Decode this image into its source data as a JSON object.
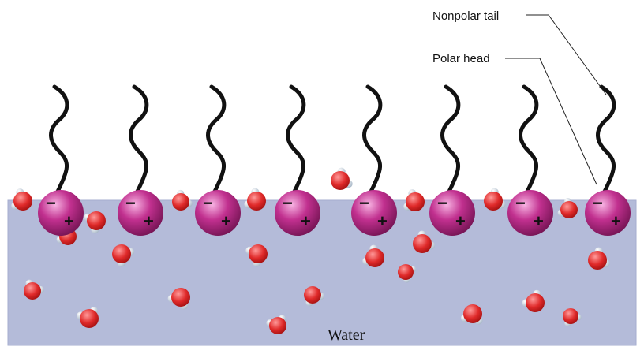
{
  "labels": {
    "nonpolar_tail": "Nonpolar tail",
    "polar_head": "Polar head",
    "water": "Water"
  },
  "charges": {
    "negative": "−",
    "positive": "+"
  },
  "colors": {
    "water_surface": "#b4bbd9",
    "water_edge": "#a6aecf",
    "head_light": "#f29ad6",
    "head_mid": "#c1308f",
    "head_dark": "#7a1558",
    "tail": "#111111",
    "oxygen_light": "#ff8a8a",
    "oxygen_dark": "#c41818",
    "hydrogen": "#dfe7ef",
    "leader_line": "#222222"
  },
  "molecule_count": 8
}
